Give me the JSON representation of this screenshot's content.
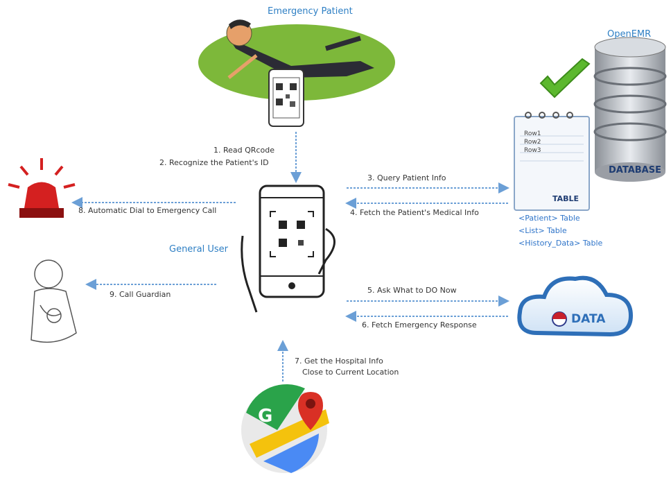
{
  "emergency_patient": {
    "title": "Emergency Patient"
  },
  "openemr": {
    "title": "OpenEMR",
    "database_label": "DATABASE",
    "table_label": "TABLE",
    "rows": [
      "Row1",
      "Row2",
      "Row3"
    ],
    "tables": [
      "<Patient> Table",
      "<List> Table",
      "<History_Data> Table"
    ]
  },
  "general_user": {
    "title": "General User"
  },
  "data_cloud": {
    "label": "DATA"
  },
  "steps": {
    "s1": "1. Read QRcode",
    "s2": "2. Recognize the Patient's ID",
    "s3": "3. Query Patient Info",
    "s4": "4. Fetch the Patient's Medical Info",
    "s5": "5. Ask What to DO Now",
    "s6": "6. Fetch Emergency Response",
    "s7a": "7. Get the Hospital Info",
    "s7b": "Close to Current Location",
    "s8": "8. Automatic Dial to Emergency Call",
    "s9": "9. Call Guardian"
  },
  "maps_icon": {
    "letter": "G"
  },
  "colors": {
    "arrow": "#6b9fd6",
    "accent_blue": "#2e7fc4",
    "siren": "#d42020",
    "grass": "#7db83a",
    "check": "#5cb82e"
  }
}
